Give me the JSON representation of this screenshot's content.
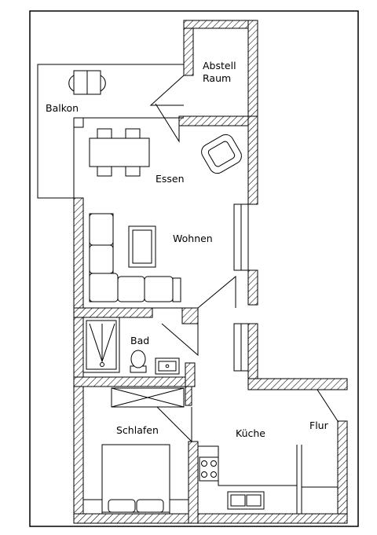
{
  "rooms": {
    "abstellraum_line1": "Abstell",
    "abstellraum_line2": "Raum",
    "balkon": "Balkon",
    "essen": "Essen",
    "wohnen": "Wohnen",
    "bad": "Bad",
    "schlafen": "Schlafen",
    "kueche": "Küche",
    "flur": "Flur"
  },
  "colors": {
    "line": "#000000",
    "background": "#ffffff"
  }
}
